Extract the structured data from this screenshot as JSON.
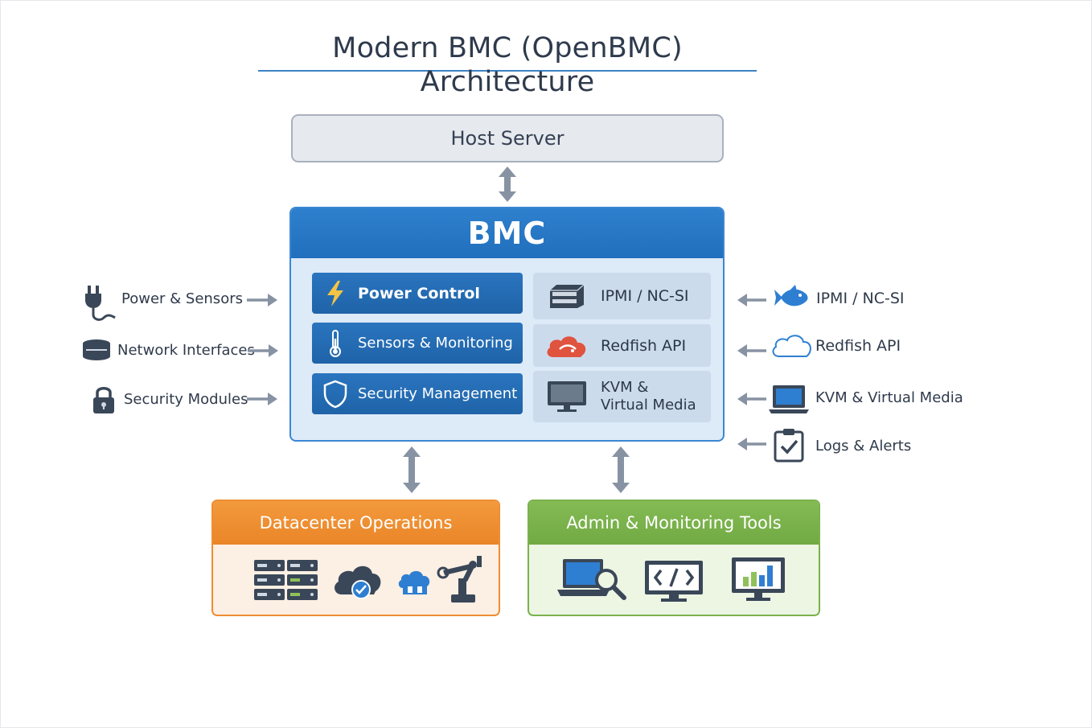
{
  "title": "Modern BMC (OpenBMC) Architecture",
  "host": {
    "label": "Host Server"
  },
  "bmc": {
    "header": "BMC",
    "functions": [
      {
        "label": "Power Control",
        "icon": "lightning-icon"
      },
      {
        "label": "Sensors & Monitoring",
        "icon": "thermometer-icon"
      },
      {
        "label": "Security Management",
        "icon": "shield-icon"
      }
    ],
    "interfaces": [
      {
        "label": "IPMI / NC-SI",
        "icon": "server-icon"
      },
      {
        "label": "Redfish API",
        "icon": "cloud-icon"
      },
      {
        "line1": "KVM &",
        "line2": "Virtual Media",
        "icon": "monitor-icon"
      }
    ]
  },
  "left_inputs": [
    {
      "label": "Power & Sensors",
      "icon": "power-plug-icon"
    },
    {
      "label": "Network Interfaces",
      "icon": "network-disk-icon"
    },
    {
      "label": "Security Modules",
      "icon": "padlock-icon"
    }
  ],
  "right_interfaces": [
    {
      "label": "IPMI / NC-SI",
      "icon": "fish-icon"
    },
    {
      "label": "Redfish API",
      "icon": "cloud-outline-icon"
    },
    {
      "label": "KVM & Virtual Media",
      "icon": "laptop-icon"
    },
    {
      "label": "Logs & Alerts",
      "icon": "clipboard-check-icon"
    }
  ],
  "datacenter": {
    "header": "Datacenter Operations",
    "icons": [
      "server-rack-icon",
      "cloud-check-icon",
      "cloud-network-icon",
      "robot-arm-icon"
    ]
  },
  "admin": {
    "header": "Admin & Monitoring Tools",
    "icons": [
      "laptop-search-icon",
      "code-monitor-icon",
      "chart-monitor-icon"
    ]
  },
  "colors": {
    "bmc_blue": "#2a7bc8",
    "datacenter_orange": "#ef8d33",
    "admin_green": "#7ab24c",
    "arrow_gray": "#8793a3"
  }
}
